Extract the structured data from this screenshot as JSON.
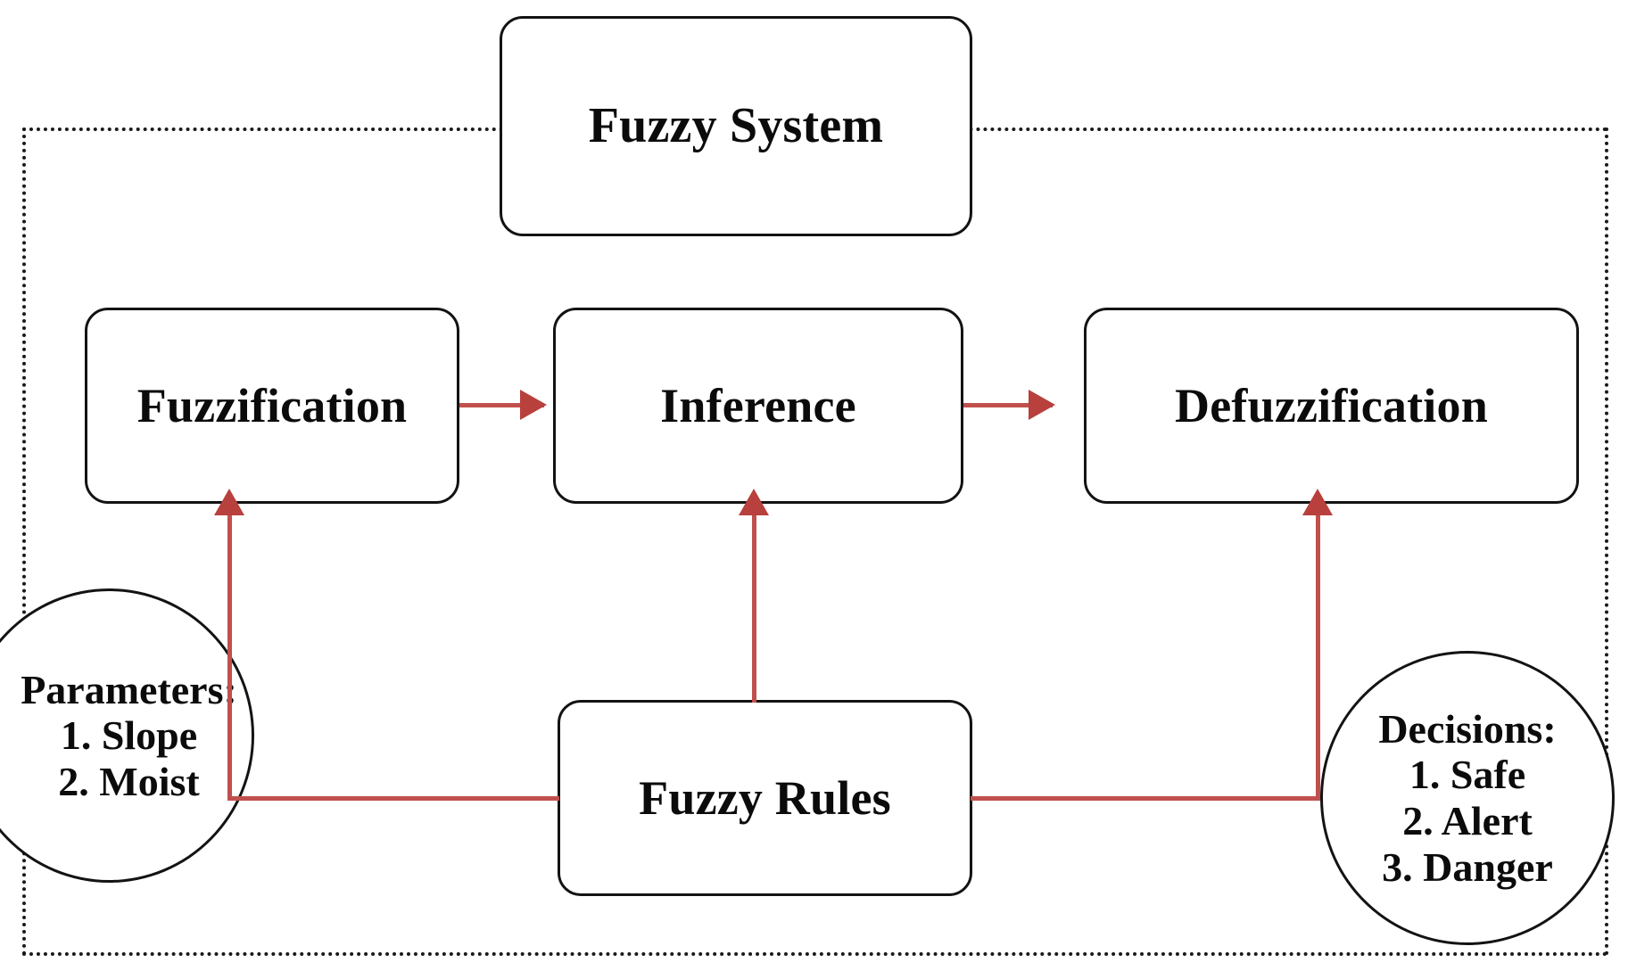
{
  "diagram": {
    "title": "Fuzzy System",
    "frame_label": "fuzzy-system-boundary",
    "accent_color": "#c0504d",
    "border_color": "#131313"
  },
  "nodes": {
    "fuzzy_system": "Fuzzy System",
    "fuzzification": "Fuzzification",
    "inference": "Inference",
    "defuzzification": "Defuzzification",
    "fuzzy_rules": "Fuzzy Rules"
  },
  "parameters": {
    "title": "Parameters:",
    "items": [
      "1. Slope",
      "2. Moist"
    ]
  },
  "decisions": {
    "title": "Decisions:",
    "items": [
      "1. Safe",
      "2. Alert",
      "3. Danger"
    ]
  },
  "connections": [
    {
      "from": "Fuzzification",
      "to": "Inference",
      "style": "arrow-right"
    },
    {
      "from": "Inference",
      "to": "Defuzzification",
      "style": "arrow-right"
    },
    {
      "from": "Fuzzy Rules",
      "to": "Inference",
      "style": "arrow-up"
    },
    {
      "from": "Parameters",
      "to": "Fuzzification",
      "style": "elbow-arrow-up"
    },
    {
      "from": "Fuzzy Rules",
      "to": "Defuzzification",
      "style": "elbow-arrow-up"
    }
  ]
}
